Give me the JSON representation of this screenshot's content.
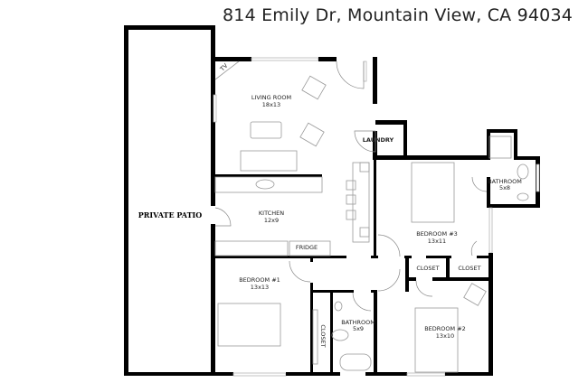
{
  "header": {
    "address": "814 Emily Dr, Mountain View, CA 94034"
  },
  "rooms": {
    "patio": {
      "name": "PRIVATE PATIO"
    },
    "living": {
      "name": "LIVING ROOM",
      "size": "18x13"
    },
    "tv": {
      "name": "TV"
    },
    "laundry": {
      "name": "LAUNDRY"
    },
    "kitchen": {
      "name": "KITCHEN",
      "size": "12x9"
    },
    "fridge": {
      "name": "FRIDGE"
    },
    "bedroom3": {
      "name": "BEDROOM #3",
      "size": "13x11"
    },
    "bath_master": {
      "name": "BATHROOM",
      "size": "5x8"
    },
    "closet_a": {
      "name": "CLOSET"
    },
    "closet_b": {
      "name": "CLOSET"
    },
    "bedroom1": {
      "name": "BEDROOM #1",
      "size": "13x13"
    },
    "closet_c": {
      "name": "CLOSET"
    },
    "bath_hall": {
      "name": "BATHROOM",
      "size": "5x9"
    },
    "bedroom2": {
      "name": "BEDROOM #2",
      "size": "13x10"
    }
  }
}
